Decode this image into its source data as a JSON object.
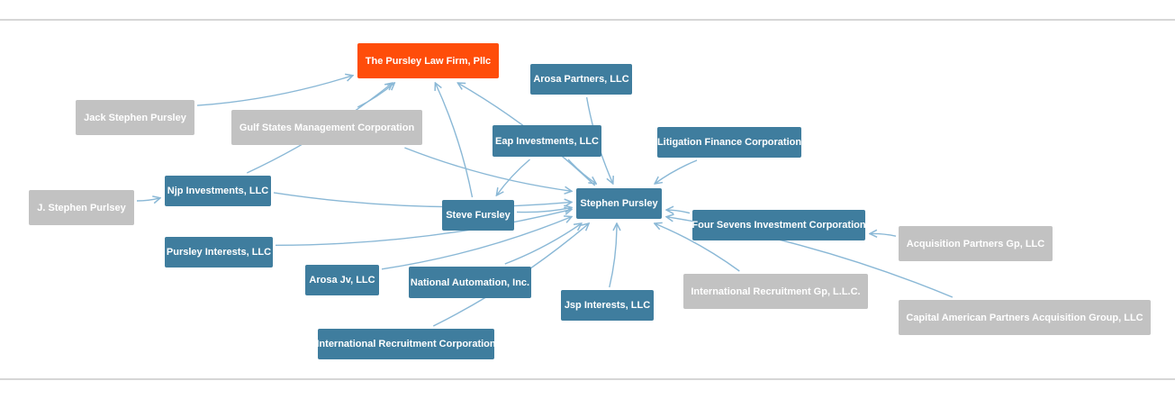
{
  "colors": {
    "blue": "#3f7d9e",
    "gray": "#c2c2c2",
    "orange": "#ff4d0a",
    "edge": "#8ab8d6"
  },
  "nodes": [
    {
      "id": "pursley_law_firm",
      "label": "The Pursley Law Firm, Pllc",
      "color": "orange"
    },
    {
      "id": "arosa_partners",
      "label": "Arosa Partners, LLC",
      "color": "blue"
    },
    {
      "id": "jack_stephen_pursley",
      "label": "Jack Stephen Pursley",
      "color": "gray"
    },
    {
      "id": "gulf_states",
      "label": "Gulf States Management Corporation",
      "color": "gray"
    },
    {
      "id": "eap_investments",
      "label": "Eap Investments, LLC",
      "color": "blue"
    },
    {
      "id": "litigation_finance",
      "label": "Litigation Finance Corporation",
      "color": "blue"
    },
    {
      "id": "j_stephen_purlsey",
      "label": "J. Stephen Purlsey",
      "color": "gray"
    },
    {
      "id": "njp_investments",
      "label": "Njp Investments, LLC",
      "color": "blue"
    },
    {
      "id": "stephen_pursley",
      "label": "Stephen Pursley",
      "color": "blue"
    },
    {
      "id": "steve_fursley",
      "label": "Steve Fursley",
      "color": "blue"
    },
    {
      "id": "four_sevens",
      "label": "Four Sevens Investment Corporation",
      "color": "blue"
    },
    {
      "id": "acquisition_partners",
      "label": "Acquisition Partners Gp, LLC",
      "color": "gray"
    },
    {
      "id": "pursley_interests",
      "label": "Pursley Interests, LLC",
      "color": "blue"
    },
    {
      "id": "arosa_jv",
      "label": "Arosa Jv, LLC",
      "color": "blue"
    },
    {
      "id": "national_automation",
      "label": "National Automation, Inc.",
      "color": "blue"
    },
    {
      "id": "intl_recruitment_gp",
      "label": "International Recruitment Gp, L.L.C.",
      "color": "gray"
    },
    {
      "id": "jsp_interests",
      "label": "Jsp Interests, LLC",
      "color": "blue"
    },
    {
      "id": "capital_american",
      "label": "Capital American Partners Acquisition Group, LLC",
      "color": "gray"
    },
    {
      "id": "intl_recruitment_corp",
      "label": "International Recruitment Corporation",
      "color": "blue"
    }
  ],
  "edges": [
    {
      "from": "jack_stephen_pursley",
      "to": "pursley_law_firm"
    },
    {
      "from": "gulf_states",
      "to": "pursley_law_firm"
    },
    {
      "from": "steve_fursley",
      "to": "pursley_law_firm"
    },
    {
      "from": "stephen_pursley",
      "to": "pursley_law_firm"
    },
    {
      "from": "njp_investments",
      "to": "pursley_law_firm"
    },
    {
      "from": "arosa_partners",
      "to": "stephen_pursley"
    },
    {
      "from": "eap_investments",
      "to": "stephen_pursley"
    },
    {
      "from": "eap_investments",
      "to": "steve_fursley"
    },
    {
      "from": "litigation_finance",
      "to": "stephen_pursley"
    },
    {
      "from": "gulf_states",
      "to": "stephen_pursley"
    },
    {
      "from": "j_stephen_purlsey",
      "to": "njp_investments"
    },
    {
      "from": "njp_investments",
      "to": "stephen_pursley"
    },
    {
      "from": "steve_fursley",
      "to": "stephen_pursley"
    },
    {
      "from": "pursley_interests",
      "to": "stephen_pursley"
    },
    {
      "from": "arosa_jv",
      "to": "stephen_pursley"
    },
    {
      "from": "national_automation",
      "to": "stephen_pursley"
    },
    {
      "from": "intl_recruitment_corp",
      "to": "stephen_pursley"
    },
    {
      "from": "jsp_interests",
      "to": "stephen_pursley"
    },
    {
      "from": "intl_recruitment_gp",
      "to": "stephen_pursley"
    },
    {
      "from": "four_sevens",
      "to": "stephen_pursley"
    },
    {
      "from": "acquisition_partners",
      "to": "four_sevens"
    },
    {
      "from": "capital_american",
      "to": "stephen_pursley"
    }
  ]
}
